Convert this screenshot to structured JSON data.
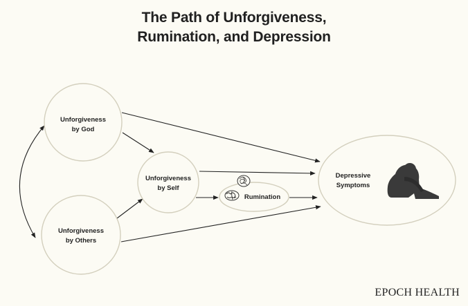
{
  "title": {
    "line1": "The Path of Unforgiveness,",
    "line2": "Rumination, and Depression"
  },
  "nodes": {
    "god": {
      "line1": "Unforgiveness",
      "line2": "by God"
    },
    "self": {
      "line1": "Unforgiveness",
      "line2": "by Self"
    },
    "others": {
      "line1": "Unforgiveness",
      "line2": "by Others"
    },
    "rumination": {
      "label": "Rumination",
      "icon": "brain-icon"
    },
    "depression": {
      "line1": "Depressive",
      "line2": "Symptoms",
      "icon": "sad-person-icon"
    }
  },
  "brand": "EPOCH HEALTH",
  "colors": {
    "background": "#fcfbf4",
    "circle_stroke": "#d3cfbd",
    "arrow": "#222222",
    "silhouette": "#3a3a3a"
  }
}
